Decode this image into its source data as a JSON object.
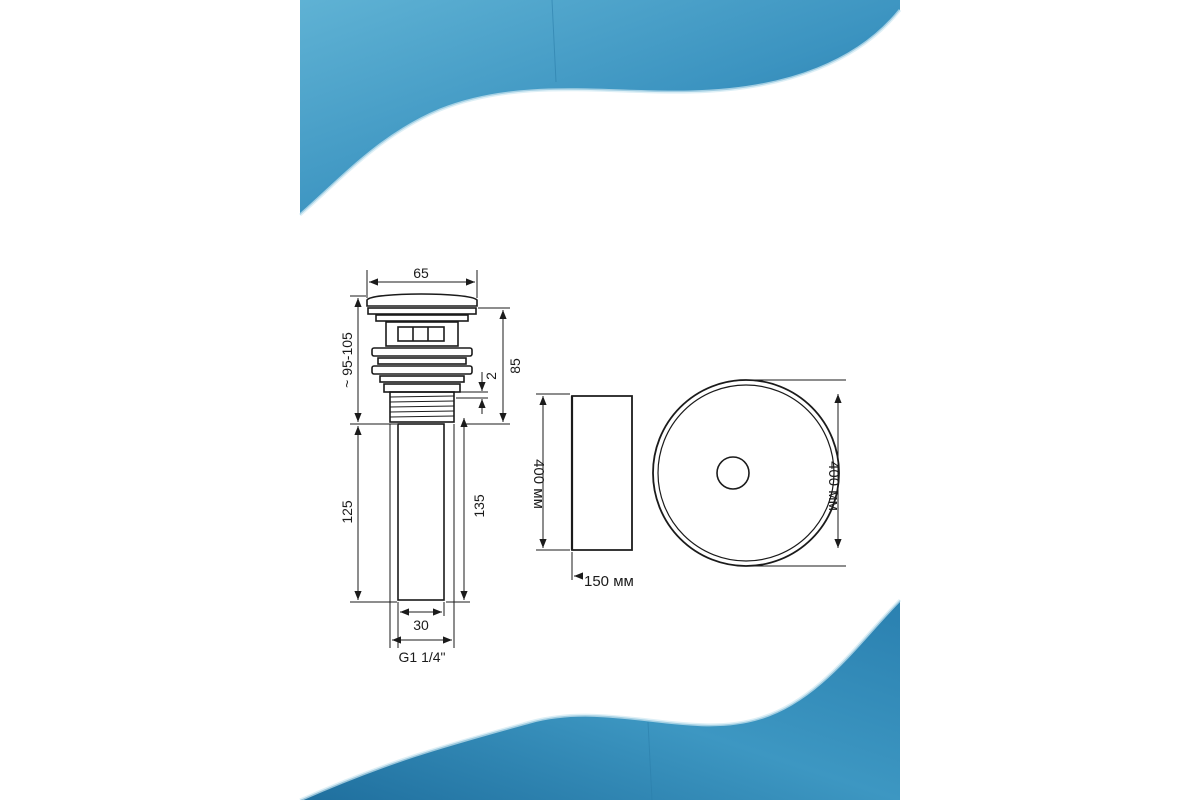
{
  "theme": {
    "background": "#ffffff",
    "wave_dark": "#1f7aa8",
    "wave_mid": "#4aa3c8",
    "wave_light": "#9fd0e4",
    "line": "#1b1b1b"
  },
  "drain": {
    "width_top": "65",
    "height_range": "~ 95-105",
    "height_upper": "85",
    "gap": "2",
    "pipe_length": "125",
    "pipe_length_total": "135",
    "pipe_diameter": "30",
    "thread": "G1 1/4\""
  },
  "basin": {
    "side_height": "400 мм",
    "depth": "150 мм",
    "top_diameter": "400 мм"
  }
}
